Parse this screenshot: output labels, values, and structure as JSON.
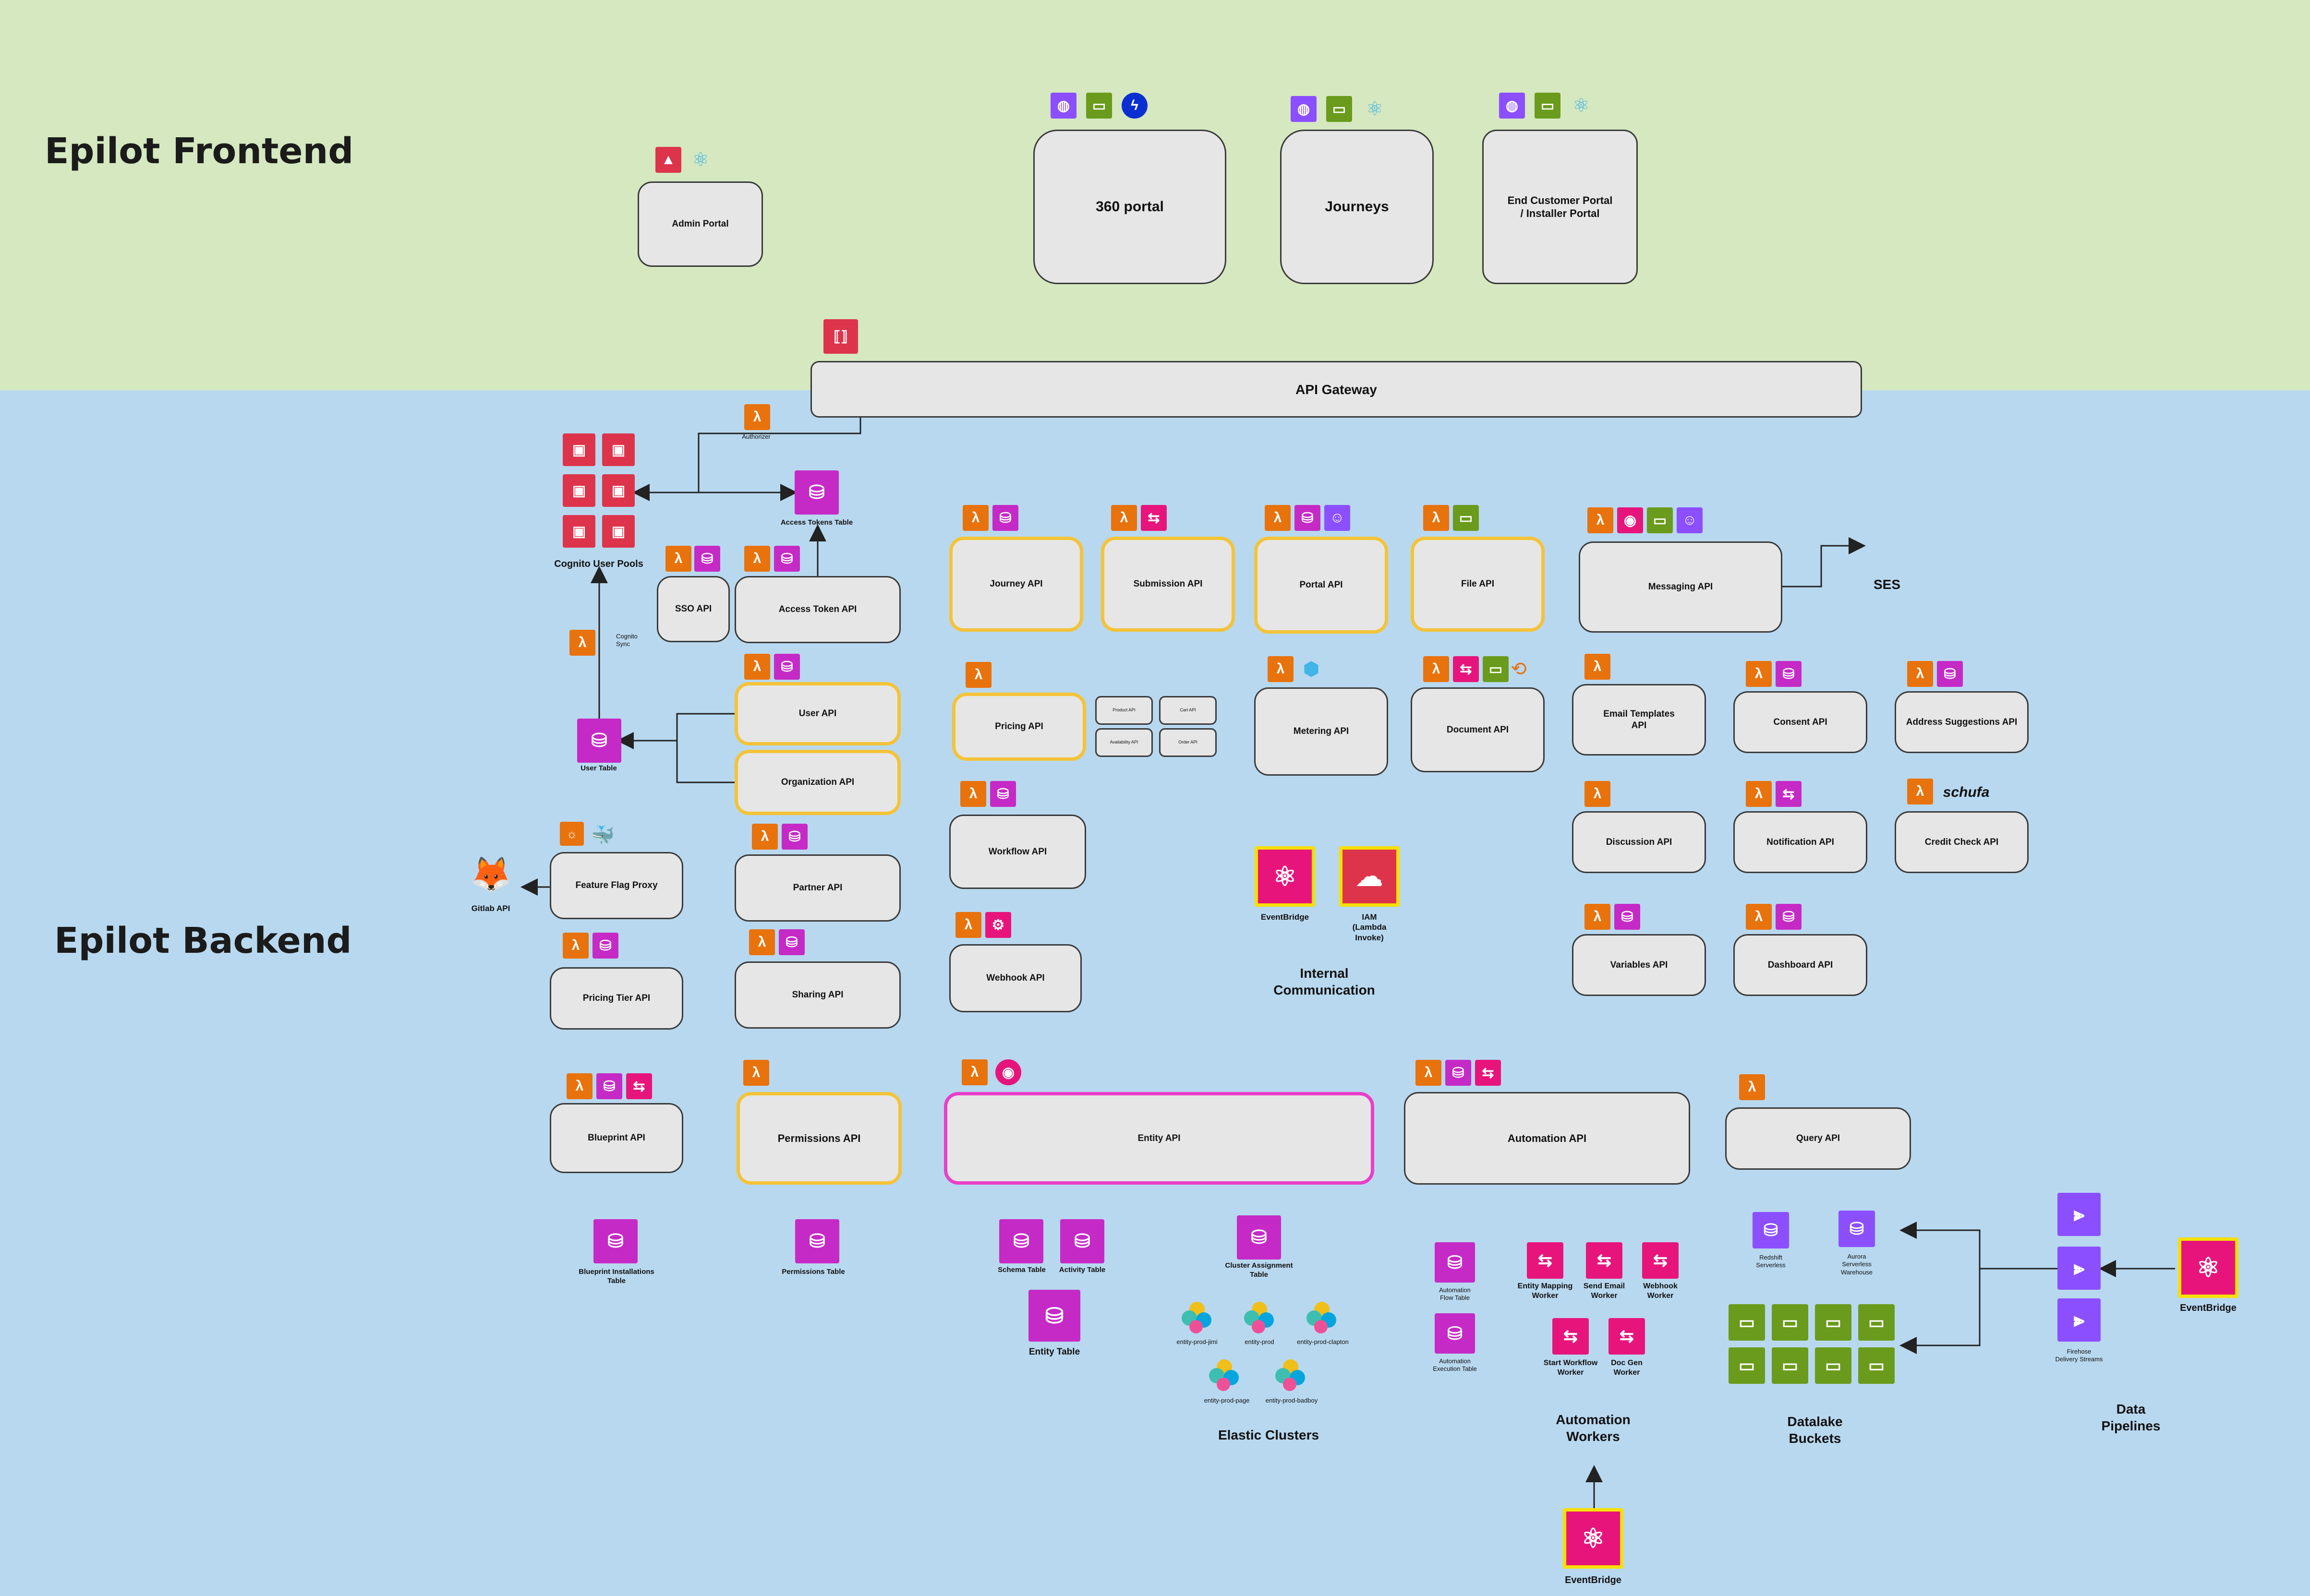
{
  "frontend": {
    "title": "Epilot Frontend",
    "admin_portal": "Admin Portal",
    "portal_360": "360 portal",
    "journeys": "Journeys",
    "end_customer_portal": "End Customer Portal\n/ Installer Portal"
  },
  "backend": {
    "title": "Epilot Backend",
    "api_gateway": "API Gateway",
    "authorizer": "Authorizer",
    "cognito_sync": "Cognito\nSync",
    "cognito_user_pools": "Cognito User Pools",
    "access_tokens_table": "Access Tokens Table",
    "user_table": "User Table",
    "gitlab_api": "Gitlab API",
    "boxes": {
      "sso_api": "SSO API",
      "access_token_api": "Access Token API",
      "user_api": "User API",
      "organization_api": "Organization API",
      "feature_flag_proxy": "Feature Flag Proxy",
      "partner_api": "Partner API",
      "pricing_tier_api": "Pricing Tier API",
      "sharing_api": "Sharing API",
      "journey_api": "Journey API",
      "submission_api": "Submission API",
      "portal_api": "Portal API",
      "file_api": "File API",
      "messaging_api": "Messaging API",
      "pricing_api": "Pricing API",
      "product_api": "Product API",
      "cart_api": "Cart API",
      "availability_api": "Availability API",
      "order_api": "Order API",
      "metering_api": "Metering API",
      "document_api": "Document API",
      "email_templates_api": "Email Templates\nAPI",
      "consent_api": "Consent API",
      "address_suggestions_api": "Address Suggestions API",
      "workflow_api": "Workflow API",
      "discussion_api": "Discussion API",
      "notification_api": "Notification API",
      "credit_check_api": "Credit Check API",
      "webhook_api": "Webhook API",
      "variables_api": "Variables API",
      "dashboard_api": "Dashboard API",
      "blueprint_api": "Blueprint API",
      "permissions_api": "Permissions API",
      "entity_api": "Entity API",
      "automation_api": "Automation API",
      "query_api": "Query API"
    },
    "ses": "SES",
    "schufa": "schufa",
    "internal": {
      "eventbridge": "EventBridge",
      "iam": "IAM\n(Lambda\nInvoke)",
      "group": "Internal\nCommunication"
    },
    "tables": {
      "blueprint_installations": "Blueprint Installations\nTable",
      "permissions": "Permissions Table",
      "schema": "Schema Table",
      "activity": "Activity Table",
      "entity": "Entity Table",
      "cluster_assignment": "Cluster Assignment\nTable",
      "automation_flow": "Automation\nFlow Table",
      "automation_execution": "Automation\nExecution Table"
    },
    "elastic": {
      "c1": "entity-prod-jimi",
      "c2": "entity-prod",
      "c3": "entity-prod-clapton",
      "c4": "entity-prod-page",
      "c5": "entity-prod-badboy",
      "group": "Elastic Clusters"
    },
    "workers": {
      "entity_mapping": "Entity Mapping\nWorker",
      "send_email": "Send Email\nWorker",
      "webhook": "Webhook\nWorker",
      "start_workflow": "Start Workflow\nWorker",
      "doc_gen": "Doc Gen\nWorker",
      "group": "Automation\nWorkers",
      "eventbridge": "EventBridge"
    },
    "datalake": {
      "redshift": "Redshift\nServerless",
      "aurora": "Aurora\nServerless\nWarehouse",
      "group": "Datalake\nBuckets"
    },
    "pipelines": {
      "firehose": "Firehose\nDelivery Streams",
      "eventbridge": "EventBridge",
      "group": "Data\nPipelines"
    }
  }
}
